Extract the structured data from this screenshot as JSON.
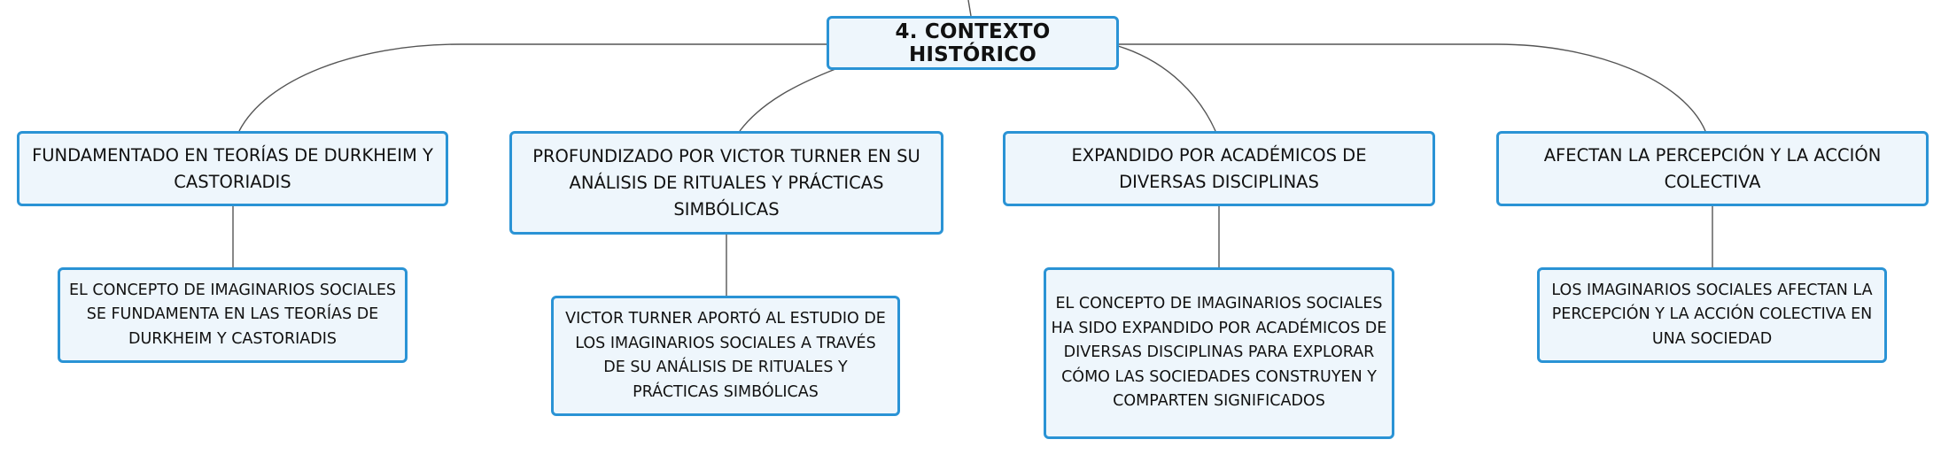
{
  "root": {
    "title": "4. CONTEXTO HISTÓRICO"
  },
  "branches": [
    {
      "title": "FUNDAMENTADO EN TEORÍAS DE DURKHEIM Y CASTORIADIS",
      "detail": "EL CONCEPTO DE IMAGINARIOS SOCIALES SE FUNDAMENTA EN LAS TEORÍAS DE DURKHEIM Y CASTORIADIS"
    },
    {
      "title": "PROFUNDIZADO POR VICTOR TURNER EN SU ANÁLISIS DE RITUALES Y PRÁCTICAS SIMBÓLICAS",
      "detail": "VICTOR TURNER APORTÓ AL ESTUDIO DE LOS IMAGINARIOS SOCIALES A TRAVÉS DE SU ANÁLISIS DE RITUALES Y PRÁCTICAS SIMBÓLICAS"
    },
    {
      "title": "EXPANDIDO POR ACADÉMICOS DE DIVERSAS DISCIPLINAS",
      "detail": "EL CONCEPTO DE IMAGINARIOS SOCIALES HA SIDO EXPANDIDO POR ACADÉMICOS DE DIVERSAS DISCIPLINAS PARA EXPLORAR CÓMO LAS SOCIEDADES CONSTRUYEN Y COMPARTEN SIGNIFICADOS"
    },
    {
      "title": "AFECTAN LA PERCEPCIÓN Y LA ACCIÓN COLECTIVA",
      "detail": "LOS IMAGINARIOS SOCIALES AFECTAN LA PERCEPCIÓN Y LA ACCIÓN COLECTIVA EN UNA SOCIEDAD"
    }
  ],
  "colors": {
    "border": "#2a93d5",
    "fill": "#eef6fc",
    "line": "#555555"
  }
}
